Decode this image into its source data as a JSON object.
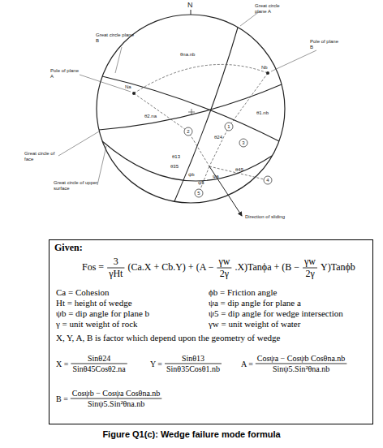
{
  "diagram": {
    "caption": "Figure Q1(c): Wedge failure mode formula",
    "nodes": [
      {
        "text": [
          "Given:",
          "Fos =",
          "3",
          "γHt",
          "(Ca.X + Cb.Y) + (A −",
          "γw",
          "2γ",
          ".X)Tanϕa + (B −",
          "γw",
          "2γ",
          "Y)Tanϕb",
          "Ca = Cohesion",
          "ϕb = Friction angle",
          "Ht = height of wedge",
          "ψa = dip angle for plane a",
          "ψb = dip angle for plane b",
          "ψ5 = dip angle for wedge intersection",
          "γ = unit weight of rock",
          "γw = unit weight of water",
          "X, Y, A, B is factor which depend upon the geometry of wedge",
          "X =",
          "Sinθ24",
          "Sinθ45Cosθ2.na",
          "Y =",
          "Sinθ13",
          "Sinθ35Cosθ1.nb",
          "A =",
          "Cosψa − Cosψb Cosθna.nb",
          "Sinψ5.Sin²θna.nb",
          "B =",
          "Cosψb − Cosψa Cosθna.nb",
          "Sinψ5.Sin²θna.nb"
        ]
      }
    ],
    "labels": [
      "N",
      "Great circle plane A",
      "Great circle plane B",
      "Pole of plane B",
      "θna.nb",
      "Pole of plane A",
      "Nb",
      "Na",
      "θ2.na",
      "θ1.nb",
      "2",
      "1",
      "θ24",
      "3",
      "Great circle of face",
      "θ13",
      "θ35",
      "ψb",
      "ψa",
      "ψ5",
      "θ45",
      "4",
      "Great circle of upper surface",
      "5",
      "Direction of sliding"
    ]
  }
}
